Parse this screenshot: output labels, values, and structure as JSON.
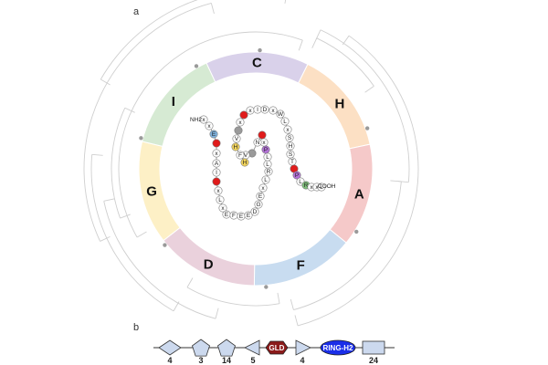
{
  "panels": {
    "a": "a",
    "b": "b"
  },
  "segments": [
    {
      "label": "C",
      "color": "#d9d1ea"
    },
    {
      "label": "H",
      "color": "#fce0c4"
    },
    {
      "label": "A",
      "color": "#f5c9c9"
    },
    {
      "label": "F",
      "color": "#c8dcf0"
    },
    {
      "label": "D",
      "color": "#ead1dc"
    },
    {
      "label": "G",
      "color": "#fdf0c6"
    },
    {
      "label": "I",
      "color": "#d6ead3"
    }
  ],
  "termini": {
    "n": "NH2",
    "c": "COOH"
  },
  "residue_colors": {
    "plain": "#ffffff",
    "red": "#e01b1b",
    "blue": "#7fb2de",
    "yellow": "#f2d45c",
    "purple": "#b272d6",
    "green": "#7fc17b",
    "grey": "#9a9a9a"
  },
  "residues": [
    {
      "t": "x",
      "c": "plain"
    },
    {
      "t": "x",
      "c": "plain"
    },
    {
      "t": "E",
      "c": "blue"
    },
    {
      "t": "",
      "c": "red"
    },
    {
      "t": "x",
      "c": "plain"
    },
    {
      "t": "A",
      "c": "plain"
    },
    {
      "t": "I",
      "c": "plain"
    },
    {
      "t": "",
      "c": "red"
    },
    {
      "t": "x",
      "c": "plain"
    },
    {
      "t": "L",
      "c": "plain"
    },
    {
      "t": "x",
      "c": "plain"
    },
    {
      "t": "E",
      "c": "plain"
    },
    {
      "t": "F",
      "c": "plain"
    },
    {
      "t": "E",
      "c": "plain"
    },
    {
      "t": "E",
      "c": "plain"
    },
    {
      "t": "D",
      "c": "plain"
    },
    {
      "t": "G",
      "c": "plain"
    },
    {
      "t": "E",
      "c": "plain"
    },
    {
      "t": "x",
      "c": "plain"
    },
    {
      "t": "L",
      "c": "plain"
    },
    {
      "t": "R",
      "c": "plain"
    },
    {
      "t": "L",
      "c": "plain"
    },
    {
      "t": "L",
      "c": "plain"
    },
    {
      "t": "P",
      "c": "purple"
    },
    {
      "t": "x",
      "c": "plain"
    },
    {
      "t": "",
      "c": "red"
    },
    {
      "t": "N",
      "c": "plain"
    },
    {
      "t": "",
      "c": "grey"
    },
    {
      "t": "V",
      "c": "plain"
    },
    {
      "t": "H",
      "c": "yellow"
    },
    {
      "t": "F",
      "c": "plain"
    },
    {
      "t": "H",
      "c": "yellow"
    },
    {
      "t": "V",
      "c": "plain"
    },
    {
      "t": "",
      "c": "grey"
    },
    {
      "t": "x",
      "c": "plain"
    },
    {
      "t": "",
      "c": "red"
    },
    {
      "t": "x",
      "c": "plain"
    },
    {
      "t": "I",
      "c": "plain"
    },
    {
      "t": "D",
      "c": "plain"
    },
    {
      "t": "x",
      "c": "plain"
    },
    {
      "t": "W",
      "c": "plain"
    },
    {
      "t": "L",
      "c": "plain"
    },
    {
      "t": "x",
      "c": "plain"
    },
    {
      "t": "S",
      "c": "plain"
    },
    {
      "t": "H",
      "c": "plain"
    },
    {
      "t": "S",
      "c": "plain"
    },
    {
      "t": "T",
      "c": "plain"
    },
    {
      "t": "",
      "c": "red"
    },
    {
      "t": "P",
      "c": "purple"
    },
    {
      "t": "L",
      "c": "plain"
    },
    {
      "t": "R",
      "c": "green"
    },
    {
      "t": "x",
      "c": "plain"
    },
    {
      "t": "x",
      "c": "plain"
    },
    {
      "t": "L",
      "c": "plain"
    }
  ],
  "domain_track": [
    {
      "shape": "diamond",
      "count": "4"
    },
    {
      "shape": "pentagon",
      "count": "3"
    },
    {
      "shape": "pentagon",
      "count": "14"
    },
    {
      "shape": "triangle-left",
      "count": "5"
    },
    {
      "shape": "hexagon",
      "label": "GLD",
      "color": "#8b1a1a"
    },
    {
      "shape": "triangle-right",
      "count": "4"
    },
    {
      "shape": "ellipse",
      "label": "RING-H2",
      "color": "#1a2ee8"
    },
    {
      "shape": "rectangle",
      "count": "24"
    }
  ]
}
